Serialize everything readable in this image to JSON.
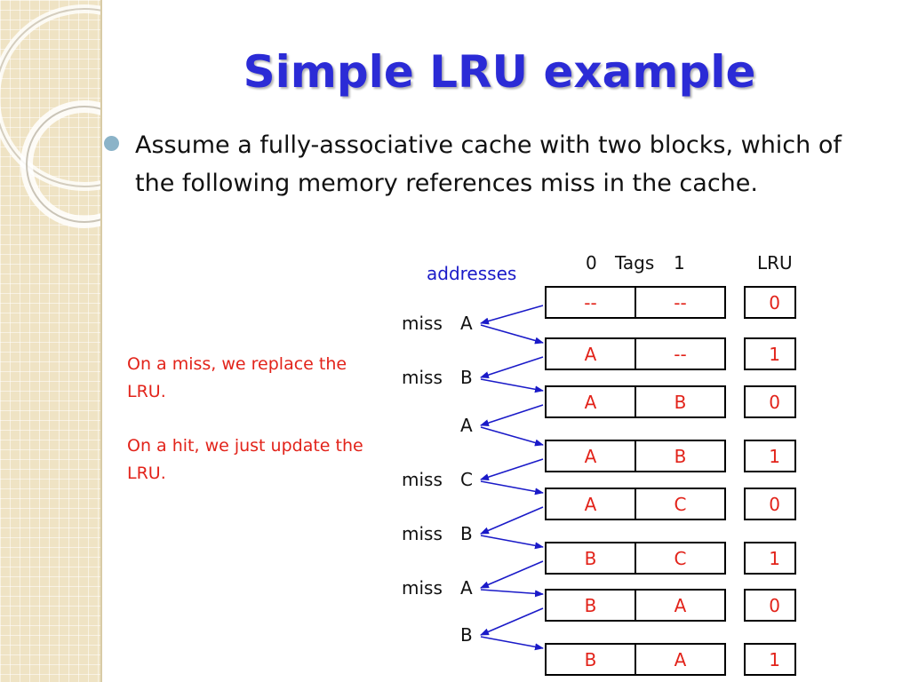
{
  "title": "Simple LRU example",
  "bullet": "Assume a fully-associative cache with two blocks, which of the following memory references miss in the cache.",
  "notes": {
    "miss": "On a miss, we replace the LRU.",
    "hit": "On a hit, we just update the LRU."
  },
  "headers": {
    "addresses": "addresses",
    "col0": "0",
    "tags": "Tags",
    "col1": "1",
    "lru": "LRU"
  },
  "references": [
    {
      "addr": "A",
      "result": "miss"
    },
    {
      "addr": "B",
      "result": "miss"
    },
    {
      "addr": "A",
      "result": ""
    },
    {
      "addr": "C",
      "result": "miss"
    },
    {
      "addr": "B",
      "result": "miss"
    },
    {
      "addr": "A",
      "result": "miss"
    },
    {
      "addr": "B",
      "result": ""
    }
  ],
  "states": [
    {
      "tag0": "--",
      "tag1": "--",
      "lru": "0"
    },
    {
      "tag0": "A",
      "tag1": "--",
      "lru": "1"
    },
    {
      "tag0": "A",
      "tag1": "B",
      "lru": "0"
    },
    {
      "tag0": "A",
      "tag1": "B",
      "lru": "1"
    },
    {
      "tag0": "A",
      "tag1": "C",
      "lru": "0"
    },
    {
      "tag0": "B",
      "tag1": "C",
      "lru": "1"
    },
    {
      "tag0": "B",
      "tag1": "A",
      "lru": "0"
    },
    {
      "tag0": "B",
      "tag1": "A",
      "lru": "1"
    }
  ],
  "colors": {
    "title": "#2b2bd6",
    "arrow": "#1a1ac8",
    "cell_text": "#e2231a",
    "note_text": "#e2231a"
  }
}
